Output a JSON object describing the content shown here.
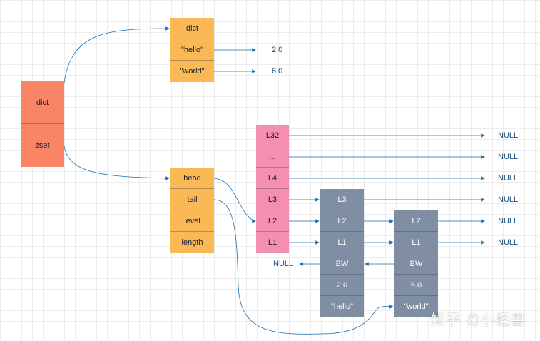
{
  "dict_table": {
    "header": "dict",
    "key1": "\"hello\"",
    "key2": "\"world\"",
    "val1": "2.0",
    "val2": "6.0"
  },
  "zset_obj": {
    "dict": "dict",
    "zset": "zset"
  },
  "skiplist_header": {
    "head": "head",
    "tail": "tail",
    "level": "level",
    "length": "length"
  },
  "head_node": {
    "levels": [
      "L32",
      "...",
      "L4",
      "L3",
      "L2",
      "L1"
    ]
  },
  "node_hello": {
    "levels": [
      "L3",
      "L2",
      "L1"
    ],
    "backward": "BW",
    "score": "2.0",
    "member": "\"hello\""
  },
  "node_world": {
    "levels": [
      "L2",
      "L1"
    ],
    "backward": "BW",
    "score": "6.0",
    "member": "\"world\""
  },
  "null_label": "NULL",
  "watermark": "知乎 @小怪兽",
  "colors": {
    "arrow": "#1b6fa8",
    "orange": "#fbb955",
    "red": "#fa8466",
    "pink": "#f58fb2",
    "slate": "#7f8ea3"
  }
}
